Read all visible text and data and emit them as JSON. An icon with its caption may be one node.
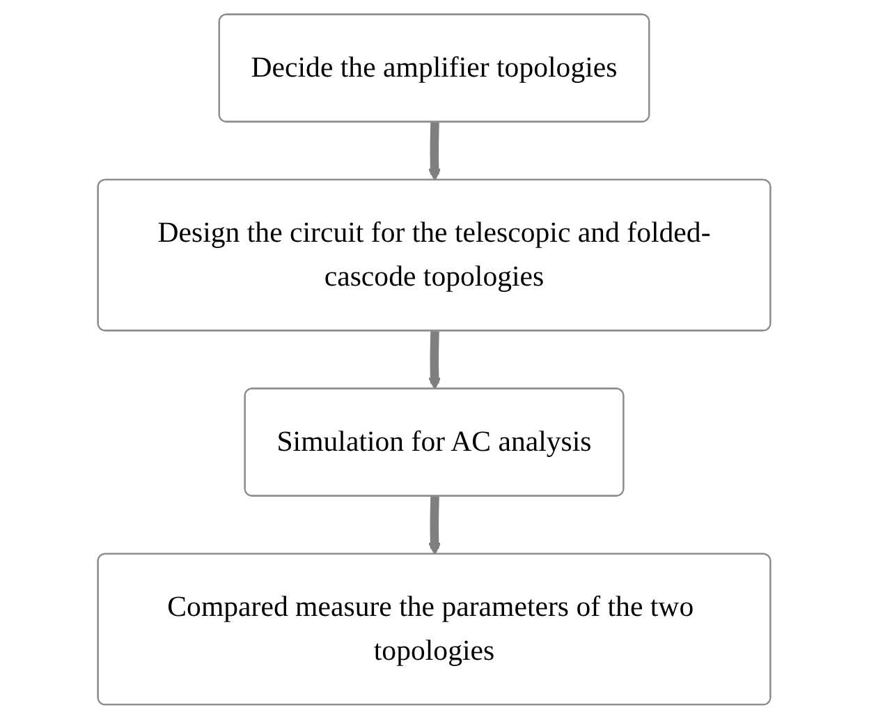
{
  "diagram": {
    "nodes": [
      {
        "text": [
          "Decide the amplifier topologies"
        ]
      },
      {
        "text": [
          "Design the circuit for the telescopic and folded-cascode topologies"
        ]
      },
      {
        "text": [
          "Simulation for AC analysis"
        ]
      },
      {
        "text": [
          "Compared measure the parameters of the two topologies"
        ]
      }
    ],
    "edges": [
      {
        "from": 0,
        "to": 1,
        "arrow": "to"
      },
      {
        "from": 1,
        "to": 2,
        "arrow": "to"
      },
      {
        "from": 2,
        "to": 3,
        "arrow": "to"
      }
    ]
  }
}
